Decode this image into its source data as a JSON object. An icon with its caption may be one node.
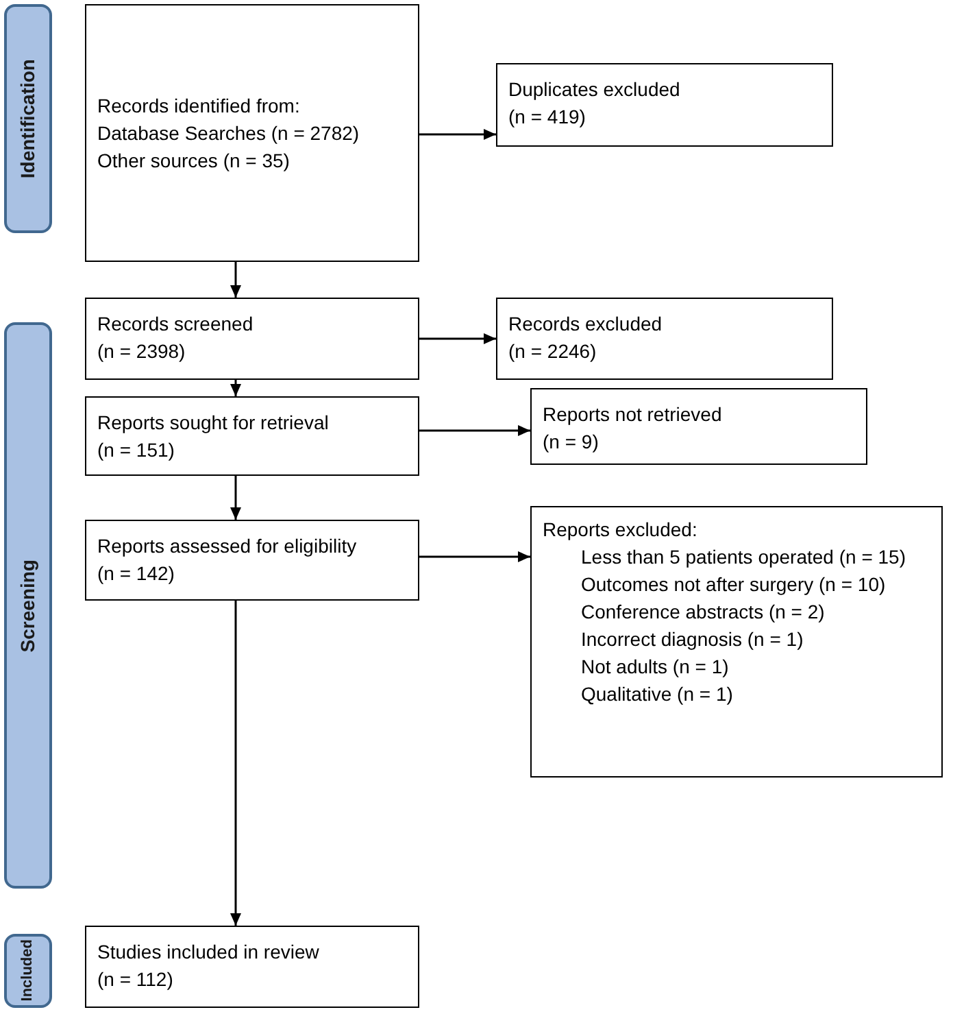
{
  "diagram": {
    "nodes": [
      {
        "text": [
          "Identification"
        ]
      },
      {
        "text": [
          "Records identified from:",
          "Database Searches (n = 2782)",
          "Other sources (n = 35)"
        ]
      },
      {
        "text": [
          "Duplicates excluded",
          "(n = 419)"
        ]
      },
      {
        "text": [
          "Screening"
        ]
      },
      {
        "text": [
          "Records screened",
          "(n = 2398)"
        ]
      },
      {
        "text": [
          "Records excluded",
          "(n = 2246)"
        ]
      },
      {
        "text": [
          "Reports sought for retrieval",
          "(n = 151)"
        ]
      },
      {
        "text": [
          "Reports not retrieved",
          "(n = 9)"
        ]
      },
      {
        "text": [
          "Reports assessed for eligibility",
          "(n = 142)"
        ]
      },
      {
        "text": [
          "Reports excluded:",
          "Less than 5 patients operated (n = 15)",
          "Outcomes not after surgery (n = 10)",
          "Conference abstracts (n = 2)",
          "Incorrect diagnosis (n = 1)",
          "Not adults (n = 1)",
          "Qualitative (n = 1)"
        ]
      },
      {
        "text": [
          "Included"
        ]
      },
      {
        "text": [
          "Studies included in review",
          "(n = 112)"
        ]
      }
    ],
    "edges": [
      {
        "from": 1,
        "to": 2,
        "arrow": "to"
      },
      {
        "from": 1,
        "to": 4,
        "arrow": "to"
      },
      {
        "from": 4,
        "to": 5,
        "arrow": "to"
      },
      {
        "from": 4,
        "to": 6,
        "arrow": "to"
      },
      {
        "from": 6,
        "to": 7,
        "arrow": "to"
      },
      {
        "from": 6,
        "to": 8,
        "arrow": "to"
      },
      {
        "from": 8,
        "to": 9,
        "arrow": "to"
      },
      {
        "from": 8,
        "to": 11,
        "arrow": "to"
      }
    ]
  }
}
